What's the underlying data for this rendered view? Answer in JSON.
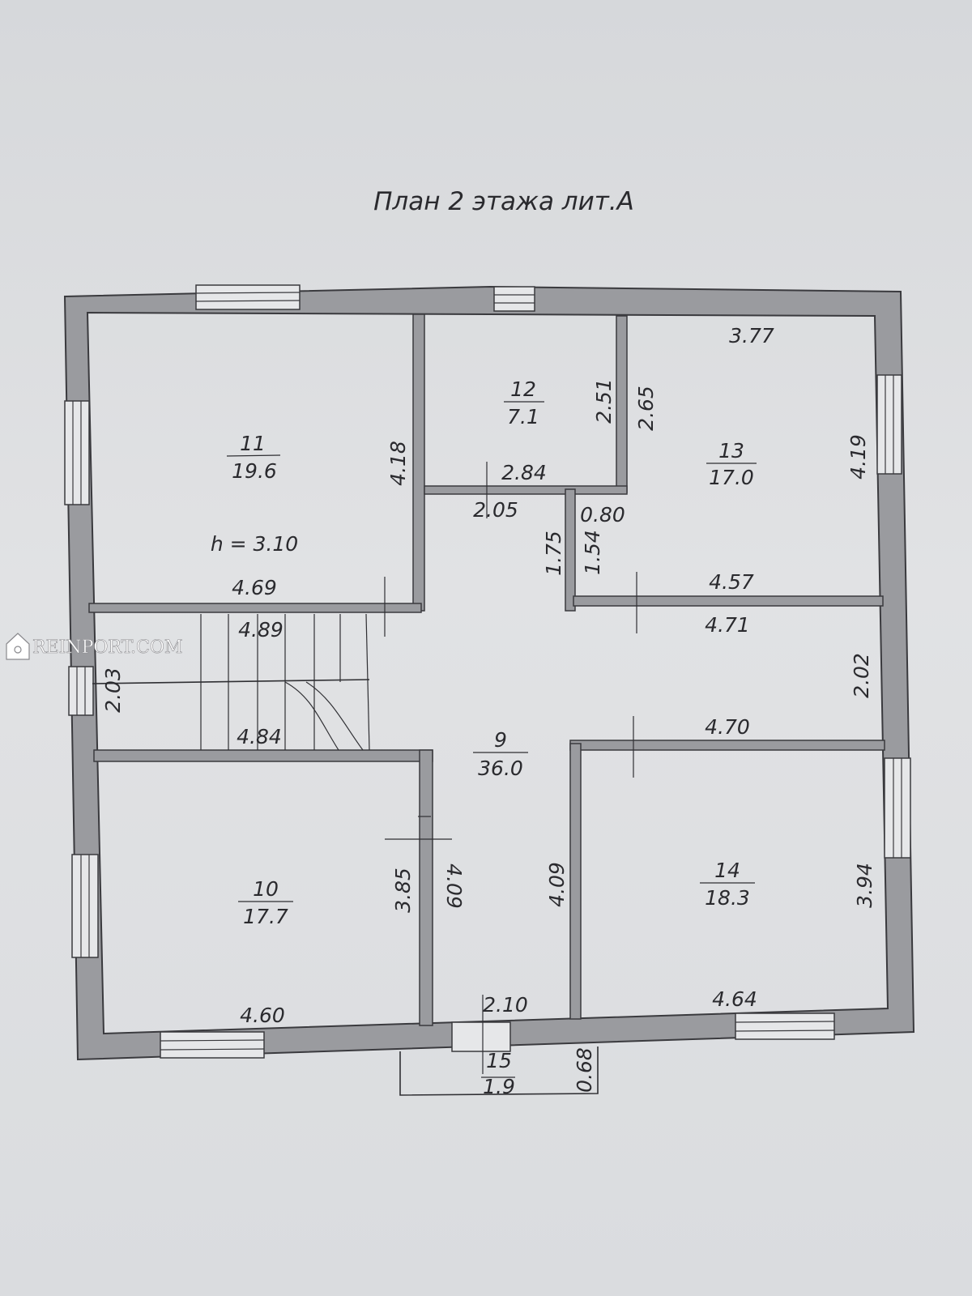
{
  "title": "План 2 этажа лит.А",
  "watermark": "REINPORT.COM",
  "rooms": [
    {
      "num": "11",
      "area": "19.6",
      "height": "h = 3.10"
    },
    {
      "num": "12",
      "area": "7.1"
    },
    {
      "num": "13",
      "area": "17.0"
    },
    {
      "num": "9",
      "area": "36.0"
    },
    {
      "num": "10",
      "area": "17.7"
    },
    {
      "num": "14",
      "area": "18.3"
    },
    {
      "num": "15",
      "area": "1.9"
    }
  ],
  "dims": {
    "r11_height": "4.18",
    "r11_width": "4.69",
    "r12_height": "2.51",
    "r12_width": "2.84",
    "r13_top": "3.77",
    "r13_left": "2.65",
    "r13_right": "4.19",
    "r13_bottom": "4.57",
    "hall_2_05": "2.05",
    "hall_0_80": "0.80",
    "hall_1_75": "1.75",
    "hall_1_54": "1.54",
    "stair_top": "4.89",
    "stair_side": "2.03",
    "stair_bottom": "4.84",
    "corr_top": "4.71",
    "corr_right": "2.02",
    "corr_bottom": "4.70",
    "r10_height": "3.85",
    "r10_width": "4.60",
    "hall_left": "4.09",
    "hall_right": "4.09",
    "r14_height": "3.94",
    "r14_width": "4.64",
    "r15_width": "2.10",
    "r15_depth": "0.68"
  }
}
